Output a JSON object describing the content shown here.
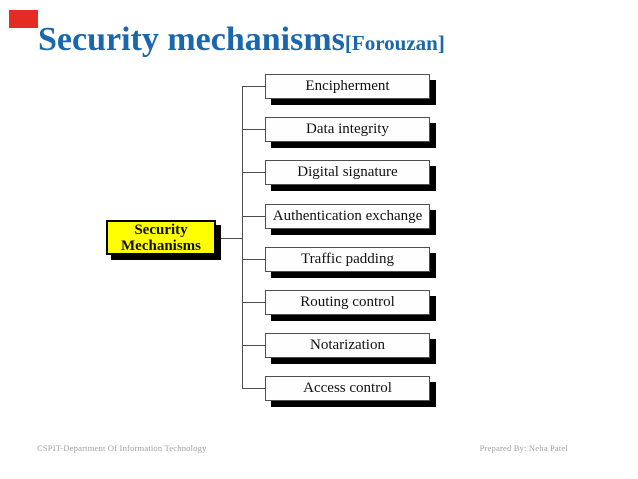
{
  "slide": {
    "title": {
      "main": "Security mechanisms",
      "suffix": "[Forouzan]"
    },
    "root_node": {
      "line1": "Security",
      "line2": "Mechanisms"
    },
    "mechanisms": [
      {
        "label": "Encipherment"
      },
      {
        "label": "Data integrity"
      },
      {
        "label": "Digital signature"
      },
      {
        "label": "Authentication exchange"
      },
      {
        "label": "Traffic padding"
      },
      {
        "label": "Routing control"
      },
      {
        "label": "Notarization"
      },
      {
        "label": "Access control"
      }
    ],
    "footer": {
      "left": "CSPIT-Department Of Information Technology",
      "right": "Prepared By: Neha Patel"
    },
    "colors": {
      "title_blue": "#1b67ac",
      "root_node_yellow": "#ffff00",
      "marker_red": "#e62a24",
      "box_shadow_black": "#000000",
      "footer_gray": "#a09f9d"
    }
  }
}
